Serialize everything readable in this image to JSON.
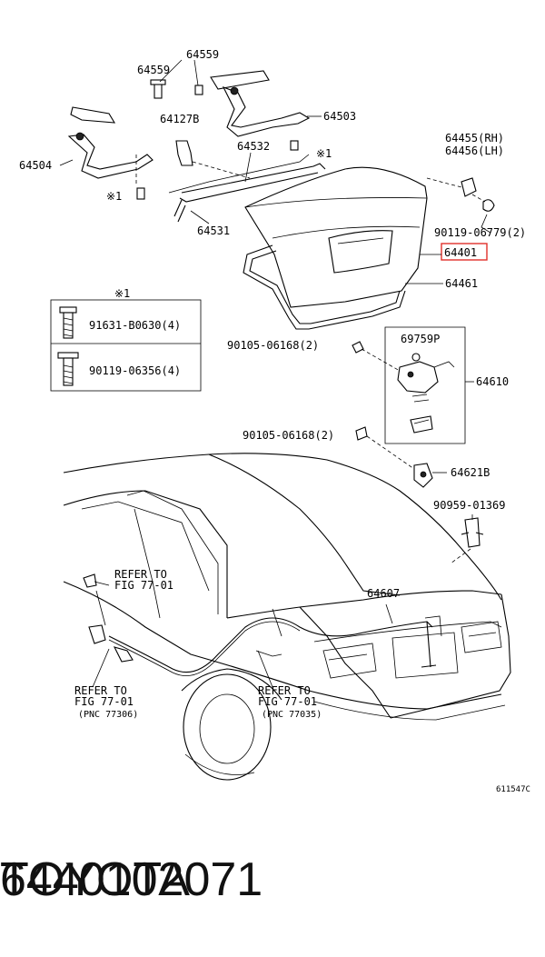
{
  "diagram": {
    "labels": {
      "p64559a": "64559",
      "p64559b": "64559",
      "p64127b": "64127B",
      "p64503": "64503",
      "p64532": "64532",
      "p64504": "64504",
      "mark1a": "※1",
      "mark1b": "※1",
      "mark1c": "※1",
      "p64531": "64531",
      "p64455": "64455(RH)",
      "p64456": "64456(LH)",
      "p90119_06779": "90119-06779(2)",
      "p64401": "64401",
      "p64461": "64461",
      "legend_title": "※1",
      "p91631": "91631-B0630(4)",
      "p90119_06356": "90119-06356(4)",
      "p69759p": "69759P",
      "p90105_a": "90105-06168(2)",
      "p64610": "64610",
      "p90105_b": "90105-06168(2)",
      "p64621b": "64621B",
      "p90959": "90959-01369",
      "refer1_a": "REFER TO",
      "refer1_b": "FIG 77-01",
      "p64607": "64607",
      "refer2_a": "REFER TO",
      "refer2_b": "FIG 77-01",
      "refer2_c": "(PNC 77306)",
      "refer3_a": "REFER TO",
      "refer3_b": "FIG 77-01",
      "refer3_c": "(PNC 77035)",
      "code": "611547C"
    },
    "highlight_color": "#e0302a"
  },
  "footer": {
    "part_number": "6440102071",
    "brand": "TOYOTA"
  }
}
